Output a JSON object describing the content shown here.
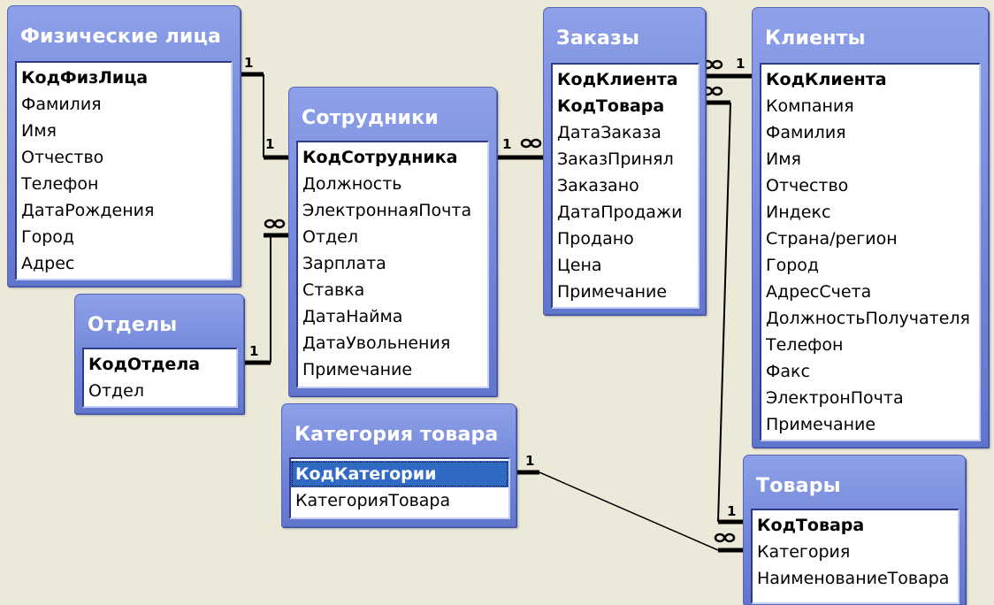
{
  "tables": {
    "fiz": {
      "title": "Физические лица",
      "fields": [
        {
          "name": "КодФизЛица",
          "key": true
        },
        {
          "name": "Фамилия"
        },
        {
          "name": "Имя"
        },
        {
          "name": "Отчество"
        },
        {
          "name": "Телефон"
        },
        {
          "name": "ДатаРождения"
        },
        {
          "name": "Город"
        },
        {
          "name": "Адрес"
        }
      ]
    },
    "otdely": {
      "title": "Отделы",
      "fields": [
        {
          "name": "КодОтдела",
          "key": true
        },
        {
          "name": "Отдел"
        }
      ]
    },
    "sotr": {
      "title": "Сотрудники",
      "fields": [
        {
          "name": "КодСотрудника",
          "key": true
        },
        {
          "name": "Должность"
        },
        {
          "name": "ЭлектроннаяПочта"
        },
        {
          "name": "Отдел"
        },
        {
          "name": "Зарплата"
        },
        {
          "name": "Ставка"
        },
        {
          "name": "ДатаНайма"
        },
        {
          "name": "ДатаУвольнения"
        },
        {
          "name": "Примечание"
        }
      ]
    },
    "zakazy": {
      "title": "Заказы",
      "fields": [
        {
          "name": "КодКлиента",
          "key": true
        },
        {
          "name": "КодТовара",
          "key": true
        },
        {
          "name": "ДатаЗаказа"
        },
        {
          "name": "ЗаказПринял"
        },
        {
          "name": "Заказано"
        },
        {
          "name": "ДатаПродажи"
        },
        {
          "name": "Продано"
        },
        {
          "name": "Цена"
        },
        {
          "name": "Примечание"
        }
      ]
    },
    "klienty": {
      "title": "Клиенты",
      "fields": [
        {
          "name": "КодКлиента",
          "key": true
        },
        {
          "name": "Компания"
        },
        {
          "name": "Фамилия"
        },
        {
          "name": "Имя"
        },
        {
          "name": "Отчество"
        },
        {
          "name": "Индекс"
        },
        {
          "name": "Страна/регион"
        },
        {
          "name": "Город"
        },
        {
          "name": "АдресСчета"
        },
        {
          "name": "ДолжностьПолучателя"
        },
        {
          "name": "Телефон"
        },
        {
          "name": "Факс"
        },
        {
          "name": "ЭлектронПочта"
        },
        {
          "name": "Примечание"
        }
      ]
    },
    "kategoriya": {
      "title": "Категория товара",
      "fields": [
        {
          "name": "КодКатегории",
          "key": true,
          "selected": true
        },
        {
          "name": "КатегорияТовара"
        }
      ]
    },
    "tovary": {
      "title": "Товары",
      "fields": [
        {
          "name": "КодТовара",
          "key": true
        },
        {
          "name": "Категория"
        },
        {
          "name": "НаименованиеТовара"
        }
      ]
    }
  },
  "relationships": [
    {
      "from": "Физические лица.КодФизЛица",
      "to": "Сотрудники.КодСотрудника",
      "from_label": "1",
      "to_label": "1"
    },
    {
      "from": "Отделы.КодОтдела",
      "to": "Сотрудники.Отдел",
      "from_label": "1",
      "to_label": "∞"
    },
    {
      "from": "Сотрудники.КодСотрудника",
      "to": "Заказы.ЗаказПринял",
      "from_label": "1",
      "to_label": "∞"
    },
    {
      "from": "Клиенты.КодКлиента",
      "to": "Заказы.КодКлиента",
      "from_label": "1",
      "to_label": "∞"
    },
    {
      "from": "Товары.КодТовара",
      "to": "Заказы.КодТовара",
      "from_label": "1",
      "to_label": "∞"
    },
    {
      "from": "Категория товара.КодКатегории",
      "to": "Товары.Категория",
      "from_label": "1",
      "to_label": "∞"
    }
  ]
}
